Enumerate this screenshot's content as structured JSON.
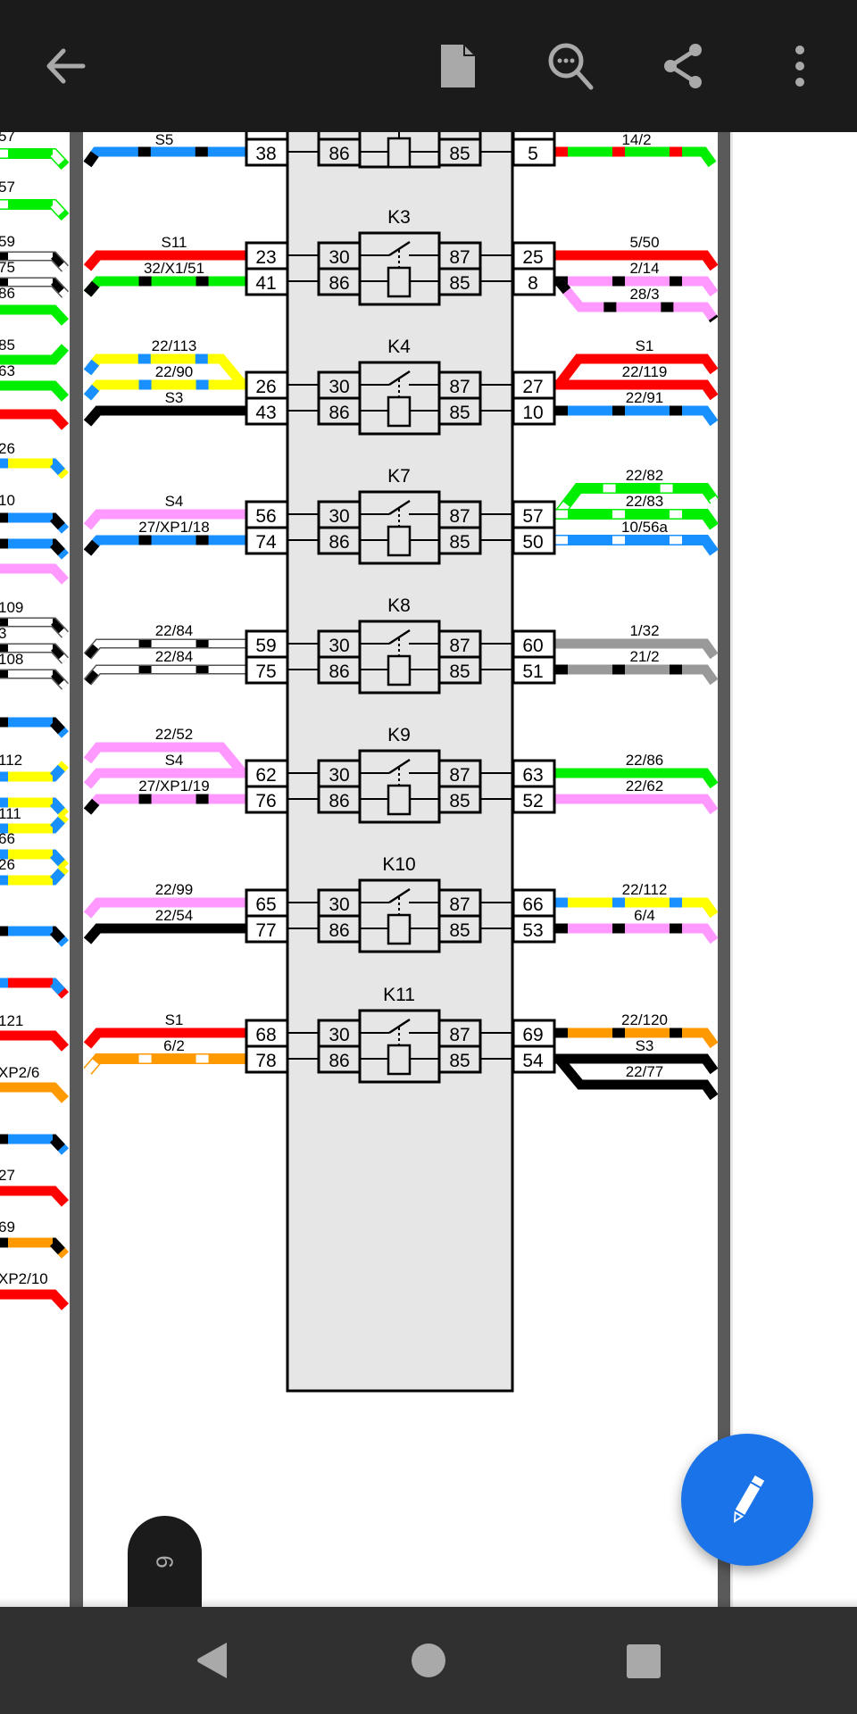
{
  "toolbar": {
    "back_icon": "arrow-left-icon",
    "file_icon": "document-icon",
    "search_icon": "search-in-document-icon",
    "share_icon": "share-icon",
    "more_icon": "more-vertical-icon"
  },
  "page_indicator": "6",
  "fab": {
    "icon": "pencil-icon",
    "color": "#1a73e8"
  },
  "navbar": {
    "back": "nav-back-icon",
    "home": "nav-home-icon",
    "recents": "nav-recents-icon"
  },
  "colors": {
    "red": "#ff0000",
    "green": "#00ee00",
    "blue": "#1890ff",
    "yellow": "#ffff00",
    "pink": "#ff99ff",
    "black": "#000000",
    "white": "#ffffff",
    "gray": "#999999",
    "orange": "#ff9900",
    "bus": "#5a5a5a",
    "panel": "#e6e6e6"
  },
  "schematic": {
    "relay_pin_labels": {
      "com": "30",
      "no": "87",
      "coil_a": "86",
      "coil_b": "85"
    },
    "top_partial": {
      "left_terminal": "38",
      "right_terminal": "5",
      "left_wire": {
        "label": "S5",
        "color": "blue",
        "stripe": "black"
      },
      "right_wire": {
        "label": "14/2",
        "color": "green",
        "stripe": "red"
      }
    },
    "relays": [
      {
        "name": "K3",
        "left_top": "23",
        "left_bottom": "41",
        "right_top": "25",
        "right_bottom": "8",
        "left_wires": [
          {
            "label": "S11",
            "color": "red",
            "stripe": null,
            "row": "top"
          },
          {
            "label": "32/X1/51",
            "color": "green",
            "stripe": "black",
            "row": "bottom"
          }
        ],
        "right_wires": [
          {
            "label": "5/50",
            "color": "red",
            "stripe": null,
            "row": "top"
          },
          {
            "label": "2/14",
            "color": "pink",
            "stripe": "black",
            "row": "bottom"
          },
          {
            "label": "28/3",
            "color": "pink",
            "stripe": "black",
            "row": "bottom-branch"
          }
        ]
      },
      {
        "name": "K4",
        "left_top": "26",
        "left_bottom": "43",
        "right_top": "27",
        "right_bottom": "10",
        "left_wires": [
          {
            "label": "22/113",
            "color": "yellow",
            "stripe": "blue",
            "row": "top-branch"
          },
          {
            "label": "22/90",
            "color": "yellow",
            "stripe": "blue",
            "row": "top"
          },
          {
            "label": "S3",
            "color": "black",
            "stripe": null,
            "row": "bottom"
          }
        ],
        "right_wires": [
          {
            "label": "S1",
            "color": "red",
            "stripe": null,
            "row": "top-branch"
          },
          {
            "label": "22/119",
            "color": "red",
            "stripe": null,
            "row": "top"
          },
          {
            "label": "22/91",
            "color": "blue",
            "stripe": "black",
            "row": "bottom"
          }
        ]
      },
      {
        "name": "K7",
        "left_top": "56",
        "left_bottom": "74",
        "right_top": "57",
        "right_bottom": "50",
        "left_wires": [
          {
            "label": "S4",
            "color": "pink",
            "stripe": null,
            "row": "top"
          },
          {
            "label": "27/XP1/18",
            "color": "blue",
            "stripe": "black",
            "row": "bottom"
          }
        ],
        "right_wires": [
          {
            "label": "22/82",
            "color": "green",
            "stripe": "white",
            "row": "top-branch"
          },
          {
            "label": "22/83",
            "color": "green",
            "stripe": "white",
            "row": "top"
          },
          {
            "label": "10/56a",
            "color": "blue",
            "stripe": "white",
            "row": "bottom"
          }
        ]
      },
      {
        "name": "K8",
        "left_top": "59",
        "left_bottom": "75",
        "right_top": "60",
        "right_bottom": "51",
        "left_wires": [
          {
            "label": "22/84",
            "color": "white",
            "stripe": "black",
            "row": "top"
          },
          {
            "label": "22/84",
            "color": "white",
            "stripe": "black",
            "row": "bottom"
          }
        ],
        "right_wires": [
          {
            "label": "1/32",
            "color": "gray",
            "stripe": null,
            "row": "top"
          },
          {
            "label": "21/2",
            "color": "gray",
            "stripe": "black",
            "row": "bottom"
          }
        ]
      },
      {
        "name": "K9",
        "left_top": "62",
        "left_bottom": "76",
        "right_top": "63",
        "right_bottom": "52",
        "left_wires": [
          {
            "label": "22/52",
            "color": "pink",
            "stripe": null,
            "row": "top-branch"
          },
          {
            "label": "S4",
            "color": "pink",
            "stripe": null,
            "row": "top"
          },
          {
            "label": "27/XP1/19",
            "color": "pink",
            "stripe": "black",
            "row": "bottom"
          }
        ],
        "right_wires": [
          {
            "label": "22/86",
            "color": "green",
            "stripe": null,
            "row": "top"
          },
          {
            "label": "22/62",
            "color": "pink",
            "stripe": null,
            "row": "bottom"
          }
        ]
      },
      {
        "name": "K10",
        "left_top": "65",
        "left_bottom": "77",
        "right_top": "66",
        "right_bottom": "53",
        "left_wires": [
          {
            "label": "22/99",
            "color": "pink",
            "stripe": null,
            "row": "top"
          },
          {
            "label": "22/54",
            "color": "black",
            "stripe": null,
            "row": "bottom"
          }
        ],
        "right_wires": [
          {
            "label": "22/112",
            "color": "yellow",
            "stripe": "blue",
            "row": "top"
          },
          {
            "label": "6/4",
            "color": "pink",
            "stripe": "black",
            "row": "bottom"
          }
        ]
      },
      {
        "name": "K11",
        "left_top": "68",
        "left_bottom": "78",
        "right_top": "69",
        "right_bottom": "54",
        "left_wires": [
          {
            "label": "S1",
            "color": "red",
            "stripe": null,
            "row": "top"
          },
          {
            "label": "6/2",
            "color": "orange",
            "stripe": "white",
            "row": "bottom"
          }
        ],
        "right_wires": [
          {
            "label": "22/120",
            "color": "orange",
            "stripe": "black",
            "row": "top"
          },
          {
            "label": "S3",
            "color": "black",
            "stripe": null,
            "row": "bottom"
          },
          {
            "label": "22/77",
            "color": "black",
            "stripe": null,
            "row": "bottom-branch"
          }
        ]
      }
    ],
    "left_column_wires": [
      {
        "label": "57",
        "color": "green",
        "stripe": "white"
      },
      {
        "label": "57",
        "color": "green",
        "stripe": "white"
      },
      {
        "label": "59",
        "color": "white",
        "stripe": "black"
      },
      {
        "label": "75",
        "color": "white",
        "stripe": "black"
      },
      {
        "label": "86",
        "color": "green",
        "stripe": null
      },
      {
        "label": "85",
        "color": "green",
        "stripe": null
      },
      {
        "label": "63",
        "color": "green",
        "stripe": null
      },
      {
        "label": "",
        "color": "red",
        "stripe": null
      },
      {
        "label": "26",
        "color": "yellow",
        "stripe": "blue"
      },
      {
        "label": "10",
        "color": "blue",
        "stripe": "black"
      },
      {
        "label": "",
        "color": "blue",
        "stripe": "black"
      },
      {
        "label": "",
        "color": "pink",
        "stripe": null
      },
      {
        "label": "109",
        "color": "white",
        "stripe": "black"
      },
      {
        "label": "3",
        "color": "white",
        "stripe": "black"
      },
      {
        "label": "108",
        "color": "white",
        "stripe": "black"
      },
      {
        "label": "",
        "color": "blue",
        "stripe": "black"
      },
      {
        "label": "112",
        "color": "yellow",
        "stripe": "blue"
      },
      {
        "label": "",
        "color": "yellow",
        "stripe": "blue"
      },
      {
        "label": "111",
        "color": "yellow",
        "stripe": "blue"
      },
      {
        "label": "66",
        "color": "yellow",
        "stripe": "blue"
      },
      {
        "label": "26",
        "color": "yellow",
        "stripe": "blue"
      },
      {
        "label": "",
        "color": "blue",
        "stripe": "black"
      },
      {
        "label": "",
        "color": "red",
        "stripe": "blue"
      },
      {
        "label": "121",
        "color": "red",
        "stripe": null
      },
      {
        "label": "XP2/6",
        "color": "orange",
        "stripe": null
      },
      {
        "label": "",
        "color": "blue",
        "stripe": "black"
      },
      {
        "label": "27",
        "color": "red",
        "stripe": null
      },
      {
        "label": "69",
        "color": "orange",
        "stripe": "black"
      },
      {
        "label": "XP2/10",
        "color": "red",
        "stripe": null
      }
    ]
  }
}
